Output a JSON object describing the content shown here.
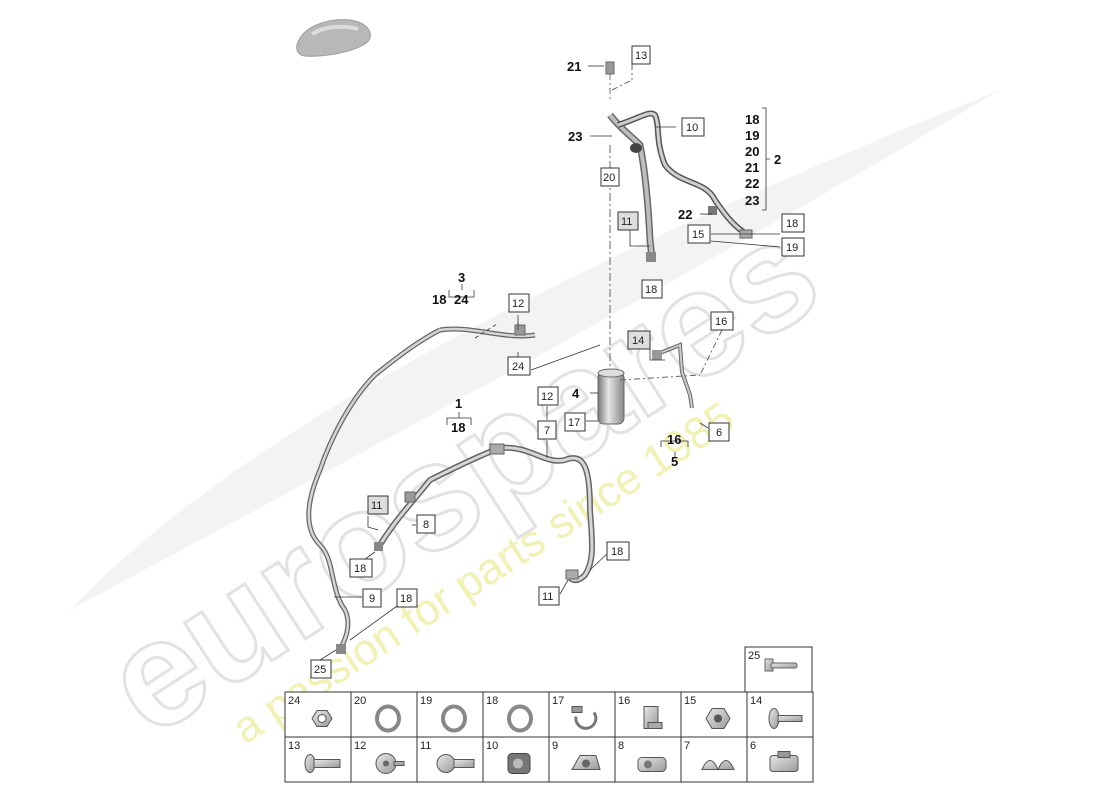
{
  "watermark": {
    "brand": "eurospares",
    "tagline": "a passion for parts since 1985",
    "brand_color": "#e9e9e9",
    "tagline_color": "#f1f1b4"
  },
  "callouts": {
    "c21_top": "21",
    "c13_top": "13",
    "c10": "10",
    "c23": "23",
    "c20": "20",
    "grp2_items": [
      "18",
      "19",
      "20",
      "21",
      "22",
      "23"
    ],
    "grp2": "2",
    "c22": "22",
    "c18_r": "18",
    "c15": "15",
    "c19_r": "19",
    "c11_a": "11",
    "c18_a": "18",
    "c3": "3",
    "c3_a": "18",
    "c3_b": "24",
    "c12_a": "12",
    "c24": "24",
    "c14": "14",
    "c16_box": "16",
    "c4": "4",
    "c12_b": "12",
    "c17": "17",
    "c1": "1",
    "c1_a": "18",
    "c7": "7",
    "c6": "6",
    "c16_bold": "16",
    "c5": "5",
    "c11_b": "11",
    "c8": "8",
    "c18_b": "18",
    "c18_c": "18",
    "c11_c": "11",
    "c9": "9",
    "c18_d": "18",
    "c25": "25"
  },
  "parts_table": {
    "top_cell": {
      "num": "25",
      "icon": "screw-flange-icon"
    },
    "row1": [
      {
        "num": "24",
        "icon": "nut-icon"
      },
      {
        "num": "20",
        "icon": "seal-ring-icon"
      },
      {
        "num": "19",
        "icon": "seal-ring-icon"
      },
      {
        "num": "18",
        "icon": "seal-ring-icon"
      },
      {
        "num": "17",
        "icon": "hose-clamp-icon"
      },
      {
        "num": "16",
        "icon": "clip-nut-icon"
      },
      {
        "num": "15",
        "icon": "hex-nut-icon"
      },
      {
        "num": "14",
        "icon": "washer-screw-icon"
      }
    ],
    "row2": [
      {
        "num": "13",
        "icon": "bolt-icon"
      },
      {
        "num": "12",
        "icon": "torx-screw-icon"
      },
      {
        "num": "11",
        "icon": "torx-bolt-icon"
      },
      {
        "num": "10",
        "icon": "pipe-clip-icon"
      },
      {
        "num": "9",
        "icon": "bracket-clip-icon"
      },
      {
        "num": "8",
        "icon": "holder-clip-icon"
      },
      {
        "num": "7",
        "icon": "double-clip-icon"
      },
      {
        "num": "6",
        "icon": "retainer-clip-icon"
      }
    ]
  }
}
